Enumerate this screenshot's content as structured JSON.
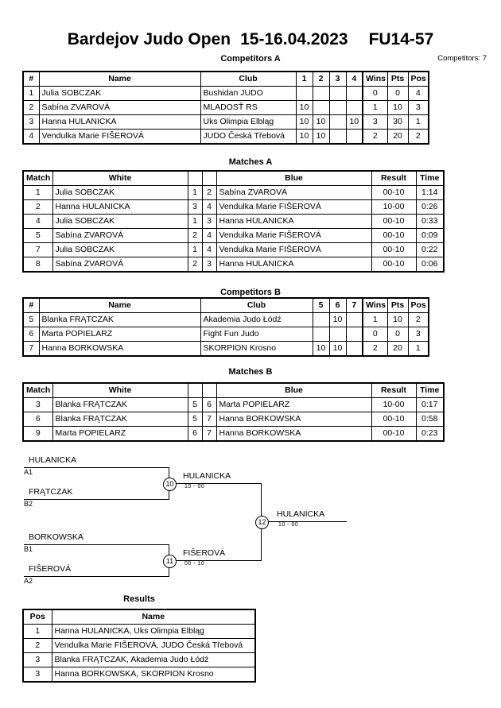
{
  "header": {
    "tournament": "Bardejov Judo Open",
    "date": "15-16.04.2023",
    "category": "FU14-57",
    "competitors_label": "Competitors: 7"
  },
  "sections": {
    "competitors_a": "Competitors A",
    "matches_a": "Matches A",
    "competitors_b": "Competitors B",
    "matches_b": "Matches B",
    "results": "Results"
  },
  "competitors_a": {
    "headers": {
      "num": "#",
      "name": "Name",
      "club": "Club",
      "m1": "1",
      "m2": "2",
      "m3": "3",
      "m4": "4",
      "wins": "Wins",
      "pts": "Pts",
      "pos": "Pos"
    },
    "rows": [
      {
        "num": "1",
        "name": "Julia SOBCZAK",
        "club": "Bushidan JUDO",
        "m1": "",
        "m2": "",
        "m3": "",
        "m4": "",
        "wins": "0",
        "pts": "0",
        "pos": "4"
      },
      {
        "num": "2",
        "name": "Sabína ZVAROVÁ",
        "club": "MLADOSŤ RS",
        "m1": "10",
        "m2": "",
        "m3": "",
        "m4": "",
        "wins": "1",
        "pts": "10",
        "pos": "3"
      },
      {
        "num": "3",
        "name": "Hanna HULANICKA",
        "club": "Uks Olimpia Elbląg",
        "m1": "10",
        "m2": "10",
        "m3": "",
        "m4": "10",
        "wins": "3",
        "pts": "30",
        "pos": "1"
      },
      {
        "num": "4",
        "name": "Vendulka Marie FIŠEROVÁ",
        "club": "JUDO Česká Třebová",
        "m1": "10",
        "m2": "10",
        "m3": "",
        "m4": "",
        "wins": "2",
        "pts": "20",
        "pos": "2"
      }
    ]
  },
  "matches_a": {
    "headers": {
      "match": "Match",
      "white": "White",
      "wn": "",
      "bn": "",
      "blue": "Blue",
      "result": "Result",
      "time": "Time"
    },
    "rows": [
      {
        "match": "1",
        "white": "Julia SOBCZAK",
        "wn": "1",
        "bn": "2",
        "blue": "Sabína ZVAROVÁ",
        "result": "00-10",
        "time": "1:14"
      },
      {
        "match": "2",
        "white": "Hanna HULANICKA",
        "wn": "3",
        "bn": "4",
        "blue": "Vendulka Marie FIŠEROVÁ",
        "result": "10-00",
        "time": "0:26"
      },
      {
        "match": "4",
        "white": "Julia SOBCZAK",
        "wn": "1",
        "bn": "3",
        "blue": "Hanna HULANICKA",
        "result": "00-10",
        "time": "0:33"
      },
      {
        "match": "5",
        "white": "Sabína ZVAROVÁ",
        "wn": "2",
        "bn": "4",
        "blue": "Vendulka Marie FIŠEROVÁ",
        "result": "00-10",
        "time": "0:09"
      },
      {
        "match": "7",
        "white": "Julia SOBCZAK",
        "wn": "1",
        "bn": "4",
        "blue": "Vendulka Marie FIŠEROVÁ",
        "result": "00-10",
        "time": "0:22"
      },
      {
        "match": "8",
        "white": "Sabína ZVAROVÁ",
        "wn": "2",
        "bn": "3",
        "blue": "Hanna HULANICKA",
        "result": "00-10",
        "time": "0:06"
      }
    ]
  },
  "competitors_b": {
    "headers": {
      "num": "#",
      "name": "Name",
      "club": "Club",
      "m5": "5",
      "m6": "6",
      "m7": "7",
      "wins": "Wins",
      "pts": "Pts",
      "pos": "Pos"
    },
    "rows": [
      {
        "num": "5",
        "name": "Blanka FRĄTCZAK",
        "club": "Akademia Judo Łódź",
        "m5": "",
        "m6": "10",
        "m7": "",
        "wins": "1",
        "pts": "10",
        "pos": "2"
      },
      {
        "num": "6",
        "name": "Marta POPIELARZ",
        "club": "Fight Fun Judo",
        "m5": "",
        "m6": "",
        "m7": "",
        "wins": "0",
        "pts": "0",
        "pos": "3"
      },
      {
        "num": "7",
        "name": "Hanna BORKOWSKA",
        "club": "SKORPION Krosno",
        "m5": "10",
        "m6": "10",
        "m7": "",
        "wins": "2",
        "pts": "20",
        "pos": "1"
      }
    ]
  },
  "matches_b": {
    "headers": {
      "match": "Match",
      "white": "White",
      "wn": "",
      "bn": "",
      "blue": "Blue",
      "result": "Result",
      "time": "Time"
    },
    "rows": [
      {
        "match": "3",
        "white": "Blanka FRĄTCZAK",
        "wn": "5",
        "bn": "6",
        "blue": "Marta POPIELARZ",
        "result": "10-00",
        "time": "0:17"
      },
      {
        "match": "6",
        "white": "Blanka FRĄTCZAK",
        "wn": "5",
        "bn": "7",
        "blue": "Hanna BORKOWSKA",
        "result": "00-10",
        "time": "0:58"
      },
      {
        "match": "9",
        "white": "Marta POPIELARZ",
        "wn": "6",
        "bn": "7",
        "blue": "Hanna BORKOWSKA",
        "result": "00-10",
        "time": "0:23"
      }
    ]
  },
  "bracket": {
    "entries": [
      {
        "name": "HULANICKA",
        "seed": "A1"
      },
      {
        "name": "FRĄTCZAK",
        "seed": "B2"
      },
      {
        "name": "BORKOWSKA",
        "seed": "B1"
      },
      {
        "name": "FIŠEROVÁ",
        "seed": "A2"
      }
    ],
    "semifinals": [
      {
        "match": "10",
        "winner": "HULANICKA",
        "score": "10 - 00"
      },
      {
        "match": "11",
        "winner": "FIŠEROVÁ",
        "score": "00 - 10"
      }
    ],
    "final": {
      "match": "12",
      "winner": "HULANICKA",
      "score": "10 - 00"
    }
  },
  "results": {
    "headers": {
      "pos": "Pos",
      "name": "Name"
    },
    "rows": [
      {
        "pos": "1",
        "name": "Hanna HULANICKA, Uks Olimpia Elbląg"
      },
      {
        "pos": "2",
        "name": "Vendulka Marie FIŠEROVÁ, JUDO Česká Třebová"
      },
      {
        "pos": "3",
        "name": "Blanka FRĄTCZAK, Akademia Judo Łódź"
      },
      {
        "pos": "3",
        "name": "Hanna BORKOWSKA, SKORPION Krosno"
      }
    ]
  }
}
